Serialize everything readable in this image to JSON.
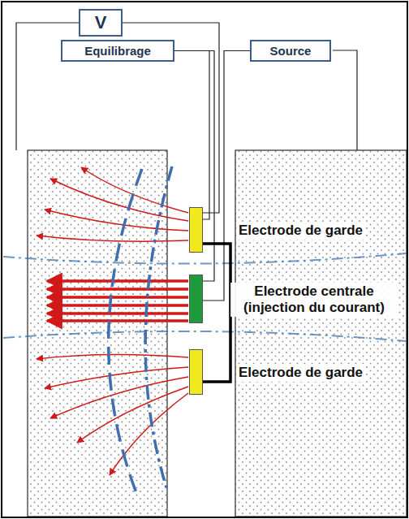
{
  "diagram": {
    "nodes": [
      {
        "text": [
          "V"
        ]
      },
      {
        "text": [
          "Equilibrage"
        ]
      },
      {
        "text": [
          "Source"
        ]
      },
      {
        "text": [
          "Electrode de garde"
        ]
      },
      {
        "text": [
          "Electrode centrale (injection du courant)"
        ]
      },
      {
        "text": [
          "Electrode de garde"
        ]
      }
    ],
    "edges": [
      {
        "from": 0,
        "to": 3,
        "arrow": "none"
      },
      {
        "from": 1,
        "to": 3,
        "arrow": "none"
      },
      {
        "from": 1,
        "to": 4,
        "arrow": "none"
      },
      {
        "from": 2,
        "to": 4,
        "arrow": "none"
      },
      {
        "from": 3,
        "to": 5,
        "arrow": "none"
      }
    ]
  }
}
